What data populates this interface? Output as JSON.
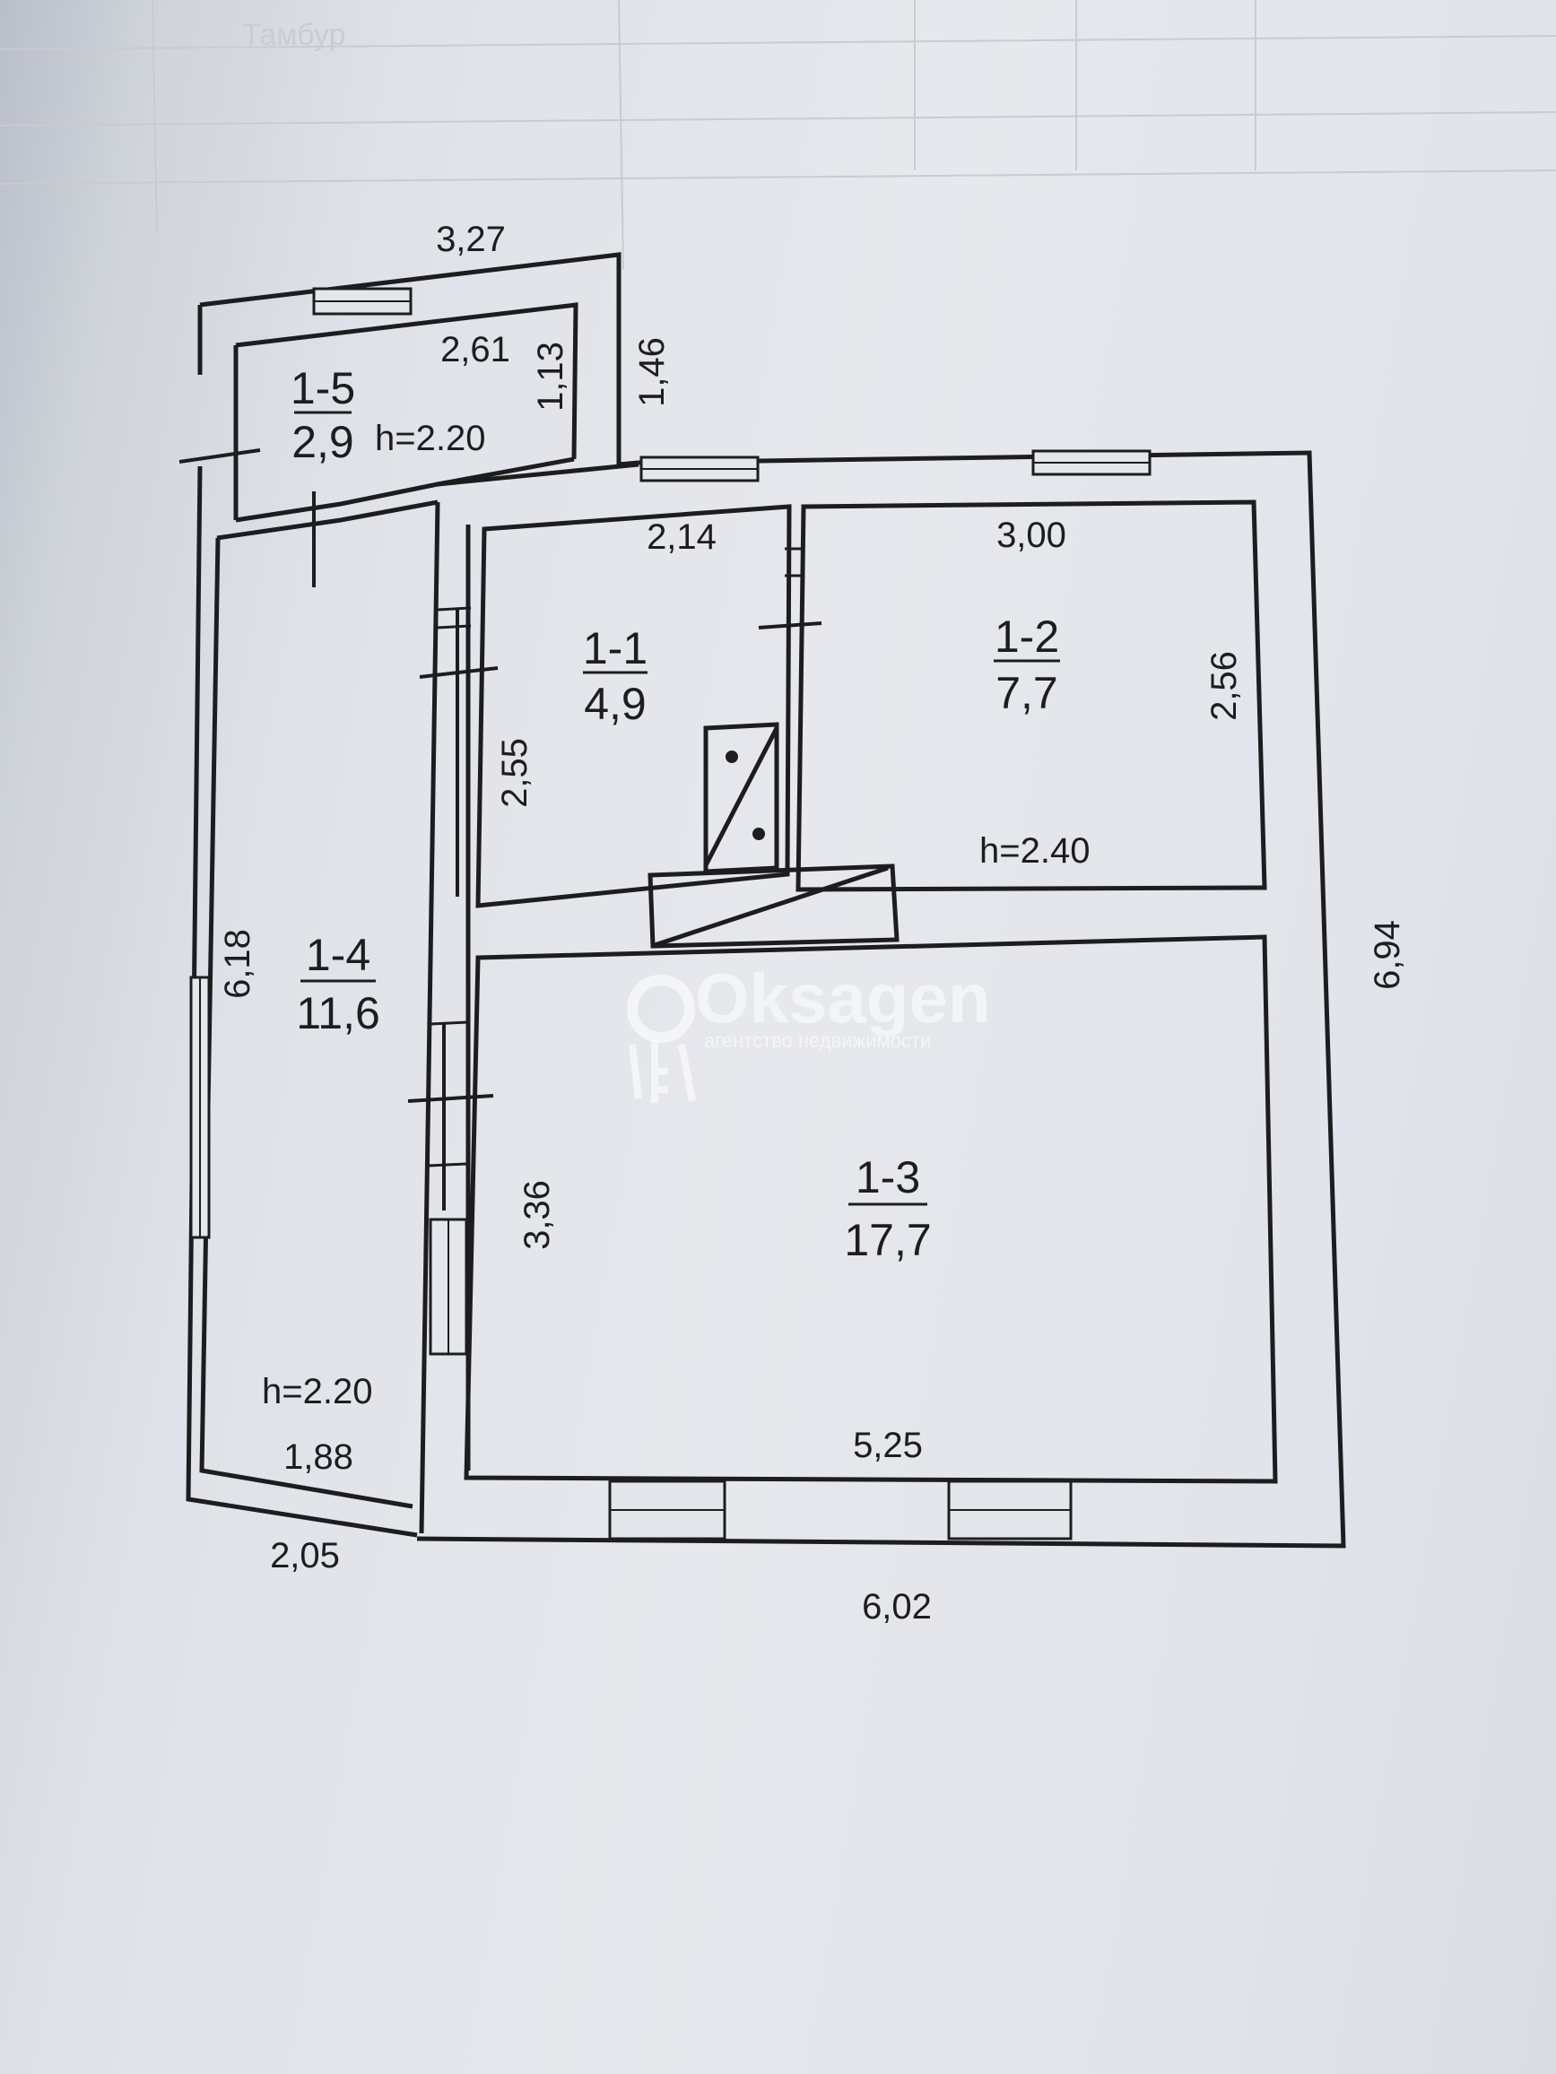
{
  "background_table": {
    "rows": [
      {
        "label": "Тамбур",
        "cells": [
          "",
          "",
          ""
        ]
      },
      {
        "label": "",
        "cells": [
          "",
          "",
          ""
        ]
      },
      {
        "label": "",
        "cells": [
          "",
          "",
          ""
        ]
      }
    ]
  },
  "rooms": [
    {
      "id": "1-1",
      "area": "4,9"
    },
    {
      "id": "1-2",
      "area": "7,7"
    },
    {
      "id": "1-3",
      "area": "17,7"
    },
    {
      "id": "1-4",
      "area": "11,6"
    },
    {
      "id": "1-5",
      "area": "2,9"
    }
  ],
  "heights": {
    "room_1_5": "h=2.20",
    "room_1_2": "h=2.40",
    "room_1_4": "h=2.20"
  },
  "dimensions": {
    "top_outer_small": "3,27",
    "room_1_5_width": "2,61",
    "room_1_5_depth": "1,13",
    "outer_small_height": "1,46",
    "room_1_1_width": "2,14",
    "room_1_2_width": "3,00",
    "room_1_2_height": "2,56",
    "room_1_1_height": "2,55",
    "room_1_4_height": "6,18",
    "total_height": "6,94",
    "room_1_3_height": "3,36",
    "room_1_3_width": "5,25",
    "room_1_4_width": "1,88",
    "outer_left_bottom": "2,05",
    "total_width": "6,02"
  },
  "watermark": {
    "brand": "Oksagen",
    "tagline": "агентство недвижимости"
  },
  "colors": {
    "ink": "#1d1d1f",
    "paper": "#e3e6eb"
  }
}
